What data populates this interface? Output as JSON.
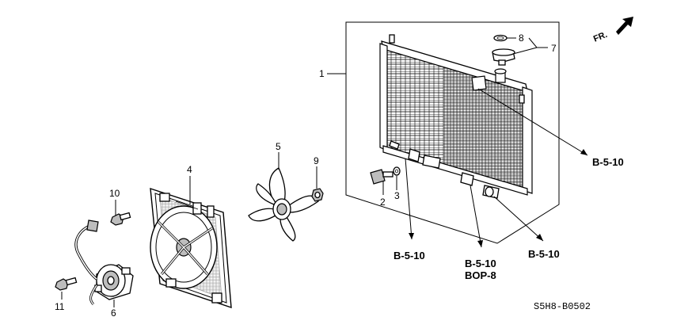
{
  "direction_label": "FR.",
  "callouts": {
    "p1": "1",
    "p2": "2",
    "p3": "3",
    "p4": "4",
    "p5": "5",
    "p6": "6",
    "p7": "7",
    "p8": "8",
    "p9": "9",
    "p10": "10",
    "p11": "11"
  },
  "references": {
    "upper_hose": "B-5-10",
    "drain_hose": "B-5-10",
    "atf_line_ref": "B-5-10",
    "atf_line_sub": "BOP-8",
    "lower_hose": "B-5-10"
  },
  "diagram_code": "S5H8-B0502",
  "icons": {
    "direction": "front-arrow-icon",
    "radiator": "radiator-icon",
    "shroud": "fan-shroud-icon",
    "fan": "fan-blade-icon",
    "motor": "fan-motor-icon"
  }
}
